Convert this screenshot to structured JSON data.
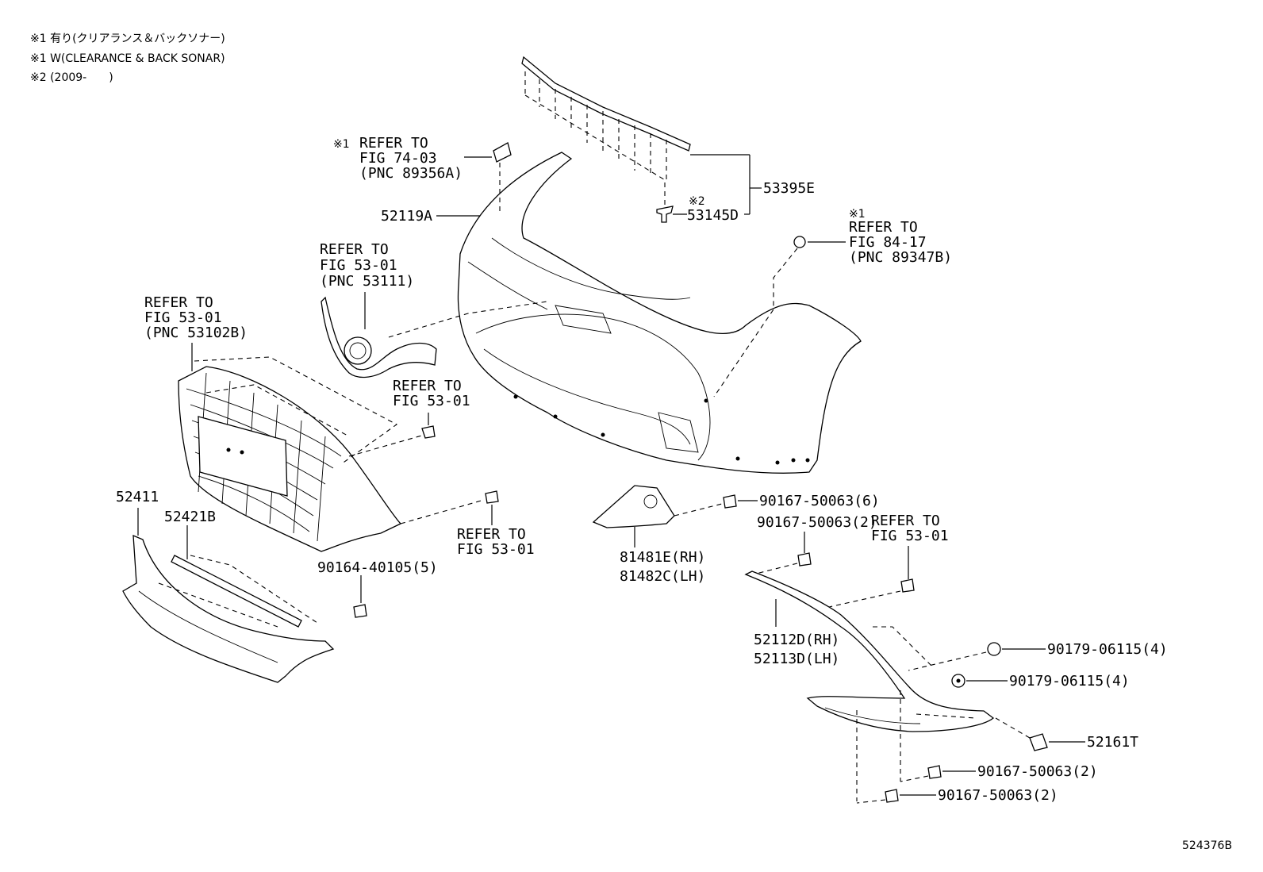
{
  "notes": [
    "※1 有り(クリアランス＆バックソナー)",
    "※1 W(CLEARANCE & BACK SONAR)",
    "※2 (2009-　　)"
  ],
  "callouts": {
    "p52119a": "52119A",
    "p53395e": "53395E",
    "p53145d": "53145D",
    "p53145d_mark": "※2",
    "p52411": "52411",
    "p52421b": "52421B",
    "p90164": "90164-40105(5)",
    "p81481e": "81481E(RH)",
    "p81482c": "81482C(LH)",
    "p90167_6": "90167-50063(6)",
    "p90167_2a": "90167-50063(2)",
    "p52112d": "52112D(RH)",
    "p52113d": "52113D(LH)",
    "p90179_a": "90179-06115(4)",
    "p90179_b": "90179-06115(4)",
    "p52161t": "52161T",
    "p90167_2b": "90167-50063(2)",
    "p90167_2c": "90167-50063(2)"
  },
  "refs": {
    "r7403": {
      "mark": "※1",
      "l1": "REFER TO",
      "l2": "FIG 74-03",
      "l3": "(PNC 89356A)"
    },
    "r8417": {
      "mark": "※1",
      "l1": "REFER TO",
      "l2": "FIG 84-17",
      "l3": "(PNC 89347B)"
    },
    "r5301a": {
      "l1": "REFER TO",
      "l2": "FIG 53-01",
      "l3": "(PNC 53111)"
    },
    "r5301b": {
      "l1": "REFER TO",
      "l2": "FIG 53-01",
      "l3": "(PNC 53102B)"
    },
    "r5301c": {
      "l1": "REFER TO",
      "l2": "FIG 53-01"
    },
    "r5301d": {
      "l1": "REFER TO",
      "l2": "FIG 53-01"
    },
    "r5301e": {
      "l1": "REFER TO",
      "l2": "FIG 53-01"
    }
  },
  "figure_id": "524376B"
}
